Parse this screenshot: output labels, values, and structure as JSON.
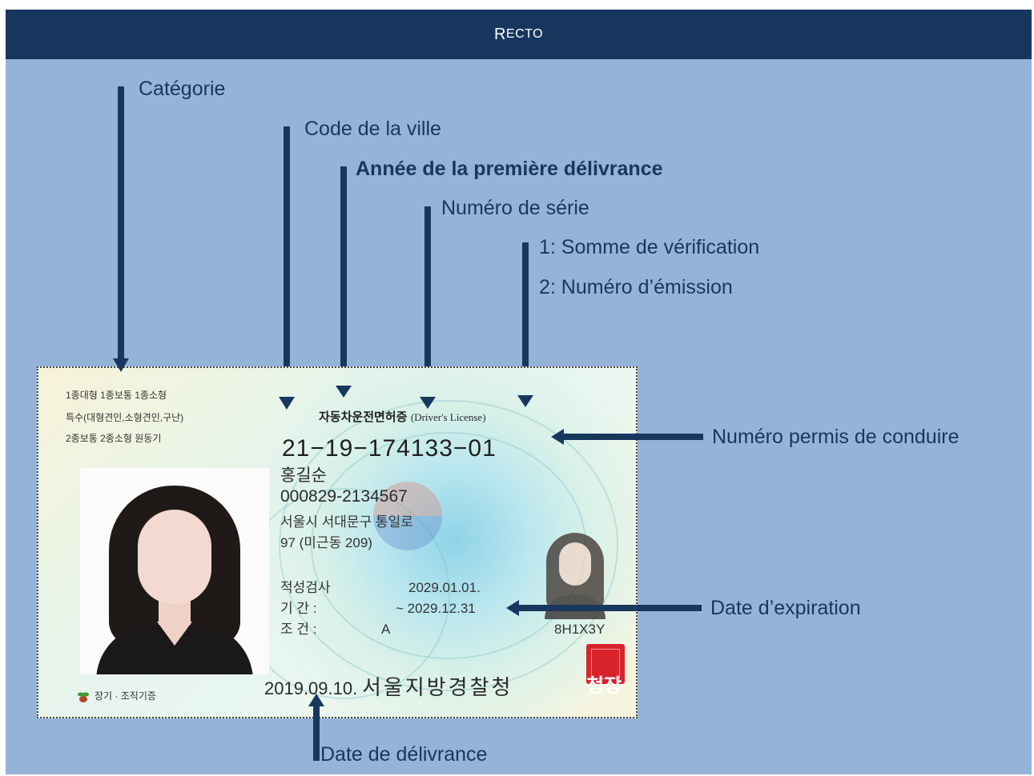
{
  "header": {
    "title_first": "R",
    "title_rest": "ECTO"
  },
  "labels": {
    "categorie": "Catégorie",
    "code_ville": "Code de la ville",
    "annee": "Année de la première délivrance",
    "numero_serie": "Numéro de série",
    "checksum": "1: Somme de vérification",
    "emission": "2: Numéro d’émission",
    "numero_permis": "Numéro permis de conduire",
    "date_expiration": "Date d’expiration",
    "date_delivrance": "Date de délivrance"
  },
  "card": {
    "categories_line1": "1종대형 1종보통 1종소형",
    "categories_line2": "특수(대형견인,소형견인,구난)",
    "categories_line3": "2종보통 2종소형 원동기",
    "title_kr": "자동차운전면허증",
    "title_en": "(Driver's License)",
    "license_number": "21−19−174133−01",
    "name": "홍길순",
    "id_number": "000829-2134567",
    "address_line1": "서울시 서대문구 통일로",
    "address_line2": "97 (미근동 209)",
    "aptitude_label": "적성검사",
    "aptitude_date": "2029.01.01.",
    "period_label": "기    간 :",
    "period_date": "~ 2029.12.31",
    "condition_label": "조    건 :",
    "condition_value": "A",
    "code": "8H1X3Y",
    "organ_donor": "장기 · 조직기증",
    "issue_date": "2019.09.10.",
    "issuer": "서울지방경찰청",
    "seal_text": "청장"
  },
  "colors": {
    "header_bg": "#17365d",
    "panel_bg": "#95b3d7",
    "label_text": "#17375e",
    "seal": "#d8232a"
  }
}
